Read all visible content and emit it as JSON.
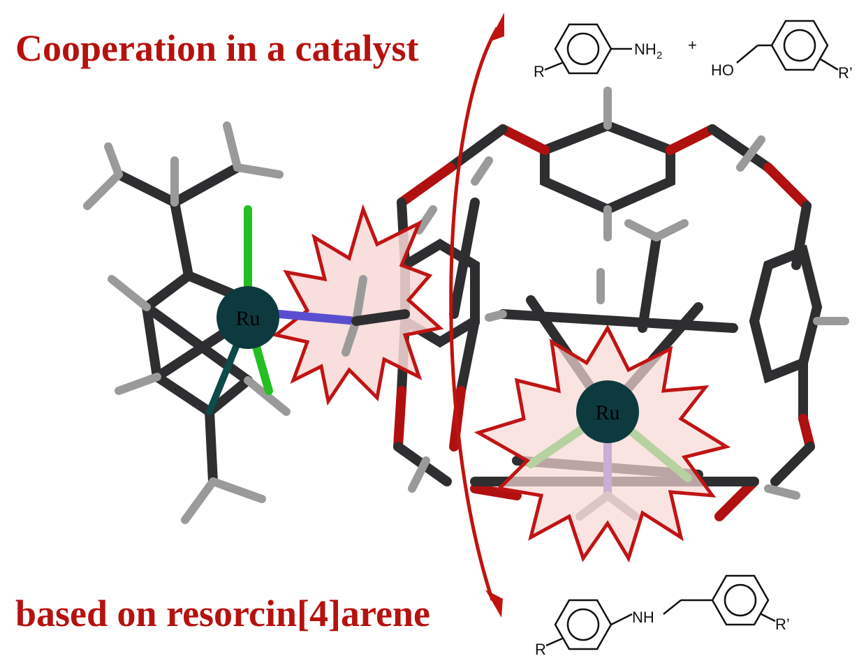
{
  "title_top": "Cooperation in a catalyst",
  "title_bottom": "based on resorcin[4]arene",
  "colors": {
    "accent": "#b5120f",
    "ruthenium": "#0d3a3e",
    "burst_fill": "#f7d8d6",
    "bond": "#2e2e30"
  },
  "atoms": {
    "ru_left": "Ru",
    "ru_right": "Ru"
  },
  "reactants": {
    "amine_group": "NH",
    "amine_sub": "2",
    "plus": "+",
    "alcohol_group": "HO",
    "r1": "R",
    "r2": "R’"
  },
  "product": {
    "linker": "NH",
    "r1": "R",
    "r2": "R’"
  }
}
